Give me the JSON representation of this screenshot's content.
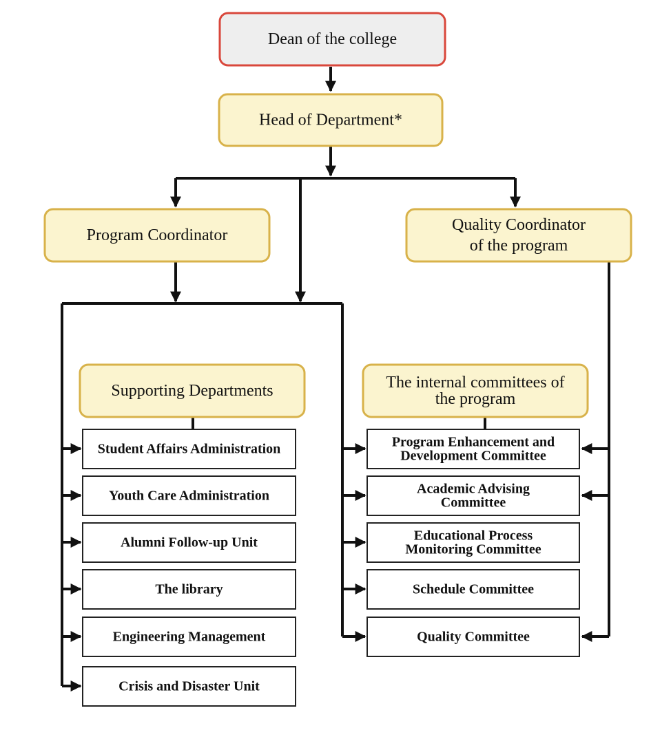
{
  "diagram": {
    "title": "",
    "colors": {
      "dean_fill": "#eeeeee",
      "dean_border": "#d9473b",
      "header_fill": "#fbf4cf",
      "header_border": "#d8b24a",
      "item_fill": "#ffffff",
      "item_border": "#222222",
      "line": "#111111"
    },
    "nodes": {
      "dean": [
        "Dean of the college"
      ],
      "head": [
        "Head of Department*"
      ],
      "program_coordinator": [
        "Program Coordinator"
      ],
      "quality_coordinator": [
        "Quality Coordinator",
        "of the program"
      ],
      "supporting_departments": [
        "Supporting Departments"
      ],
      "internal_committees": [
        "The internal committees of",
        "the program"
      ]
    },
    "supporting_units": [
      [
        "Student Affairs Administration"
      ],
      [
        "Youth Care Administration"
      ],
      [
        "Alumni Follow-up Unit"
      ],
      [
        "The library"
      ],
      [
        "Engineering Management"
      ],
      [
        "Crisis and Disaster Unit"
      ]
    ],
    "committees": [
      [
        "Program Enhancement and",
        "Development Committee"
      ],
      [
        "Academic Advising",
        "Committee"
      ],
      [
        "Educational Process",
        "Monitoring Committee"
      ],
      [
        "Schedule Committee"
      ],
      [
        "Quality Committee"
      ]
    ]
  }
}
